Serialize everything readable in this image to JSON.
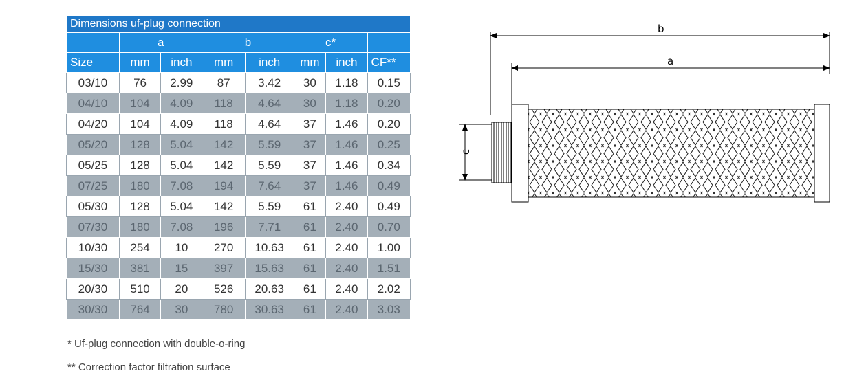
{
  "table": {
    "title": "Dimensions uf-plug connection",
    "groups": {
      "a": "a",
      "b": "b",
      "c": "c*"
    },
    "headers": [
      "Size",
      "mm",
      "inch",
      "mm",
      "inch",
      "mm",
      "inch",
      "CF**"
    ],
    "rows": [
      [
        "03/10",
        "76",
        "2.99",
        "87",
        "3.42",
        "30",
        "1.18",
        "0.15"
      ],
      [
        "04/10",
        "104",
        "4.09",
        "118",
        "4.64",
        "30",
        "1.18",
        "0.20"
      ],
      [
        "04/20",
        "104",
        "4.09",
        "118",
        "4.64",
        "37",
        "1.46",
        "0.20"
      ],
      [
        "05/20",
        "128",
        "5.04",
        "142",
        "5.59",
        "37",
        "1.46",
        "0.25"
      ],
      [
        "05/25",
        "128",
        "5.04",
        "142",
        "5.59",
        "37",
        "1.46",
        "0.34"
      ],
      [
        "07/25",
        "180",
        "7.08",
        "194",
        "7.64",
        "37",
        "1.46",
        "0.49"
      ],
      [
        "05/30",
        "128",
        "5.04",
        "142",
        "5.59",
        "61",
        "2.40",
        "0.49"
      ],
      [
        "07/30",
        "180",
        "7.08",
        "196",
        "7.71",
        "61",
        "2.40",
        "0.70"
      ],
      [
        "10/30",
        "254",
        "10",
        "270",
        "10.63",
        "61",
        "2.40",
        "1.00"
      ],
      [
        "15/30",
        "381",
        "15",
        "397",
        "15.63",
        "61",
        "2.40",
        "1.51"
      ],
      [
        "20/30",
        "510",
        "20",
        "526",
        "20.63",
        "61",
        "2.40",
        "2.02"
      ],
      [
        "30/30",
        "764",
        "30",
        "780",
        "30.63",
        "61",
        "2.40",
        "3.03"
      ]
    ]
  },
  "footnotes": {
    "double_o_ring": "* Uf-plug connection with double-o-ring",
    "correction": "** Correction factor filtration surface"
  },
  "drawing": {
    "label_b": "b",
    "label_a": "a",
    "label_c": "c"
  }
}
